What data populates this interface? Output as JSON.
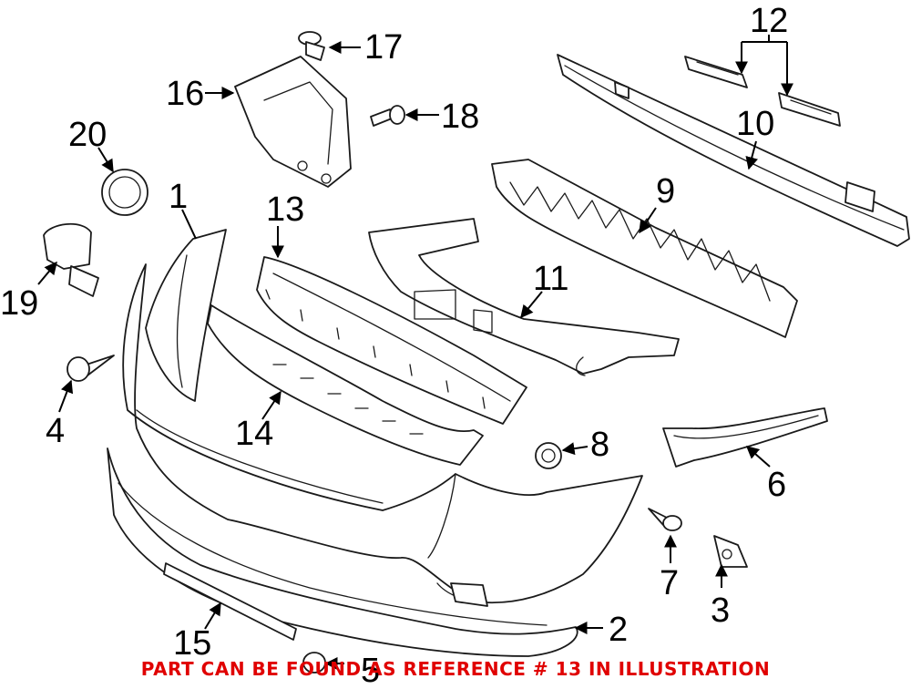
{
  "callouts": {
    "c1": "1",
    "c2": "2",
    "c3": "3",
    "c4": "4",
    "c5": "5",
    "c6": "6",
    "c7": "7",
    "c8": "8",
    "c9": "9",
    "c10": "10",
    "c11": "11",
    "c12": "12",
    "c13": "13",
    "c14": "14",
    "c15": "15",
    "c16": "16",
    "c17": "17",
    "c18": "18",
    "c19": "19",
    "c20": "20"
  },
  "caption": "PART CAN BE FOUND AS REFERENCE # 13 IN ILLUSTRATION",
  "colors": {
    "line": "#1a1a1a",
    "caption": "#e00000",
    "background": "#ffffff"
  }
}
